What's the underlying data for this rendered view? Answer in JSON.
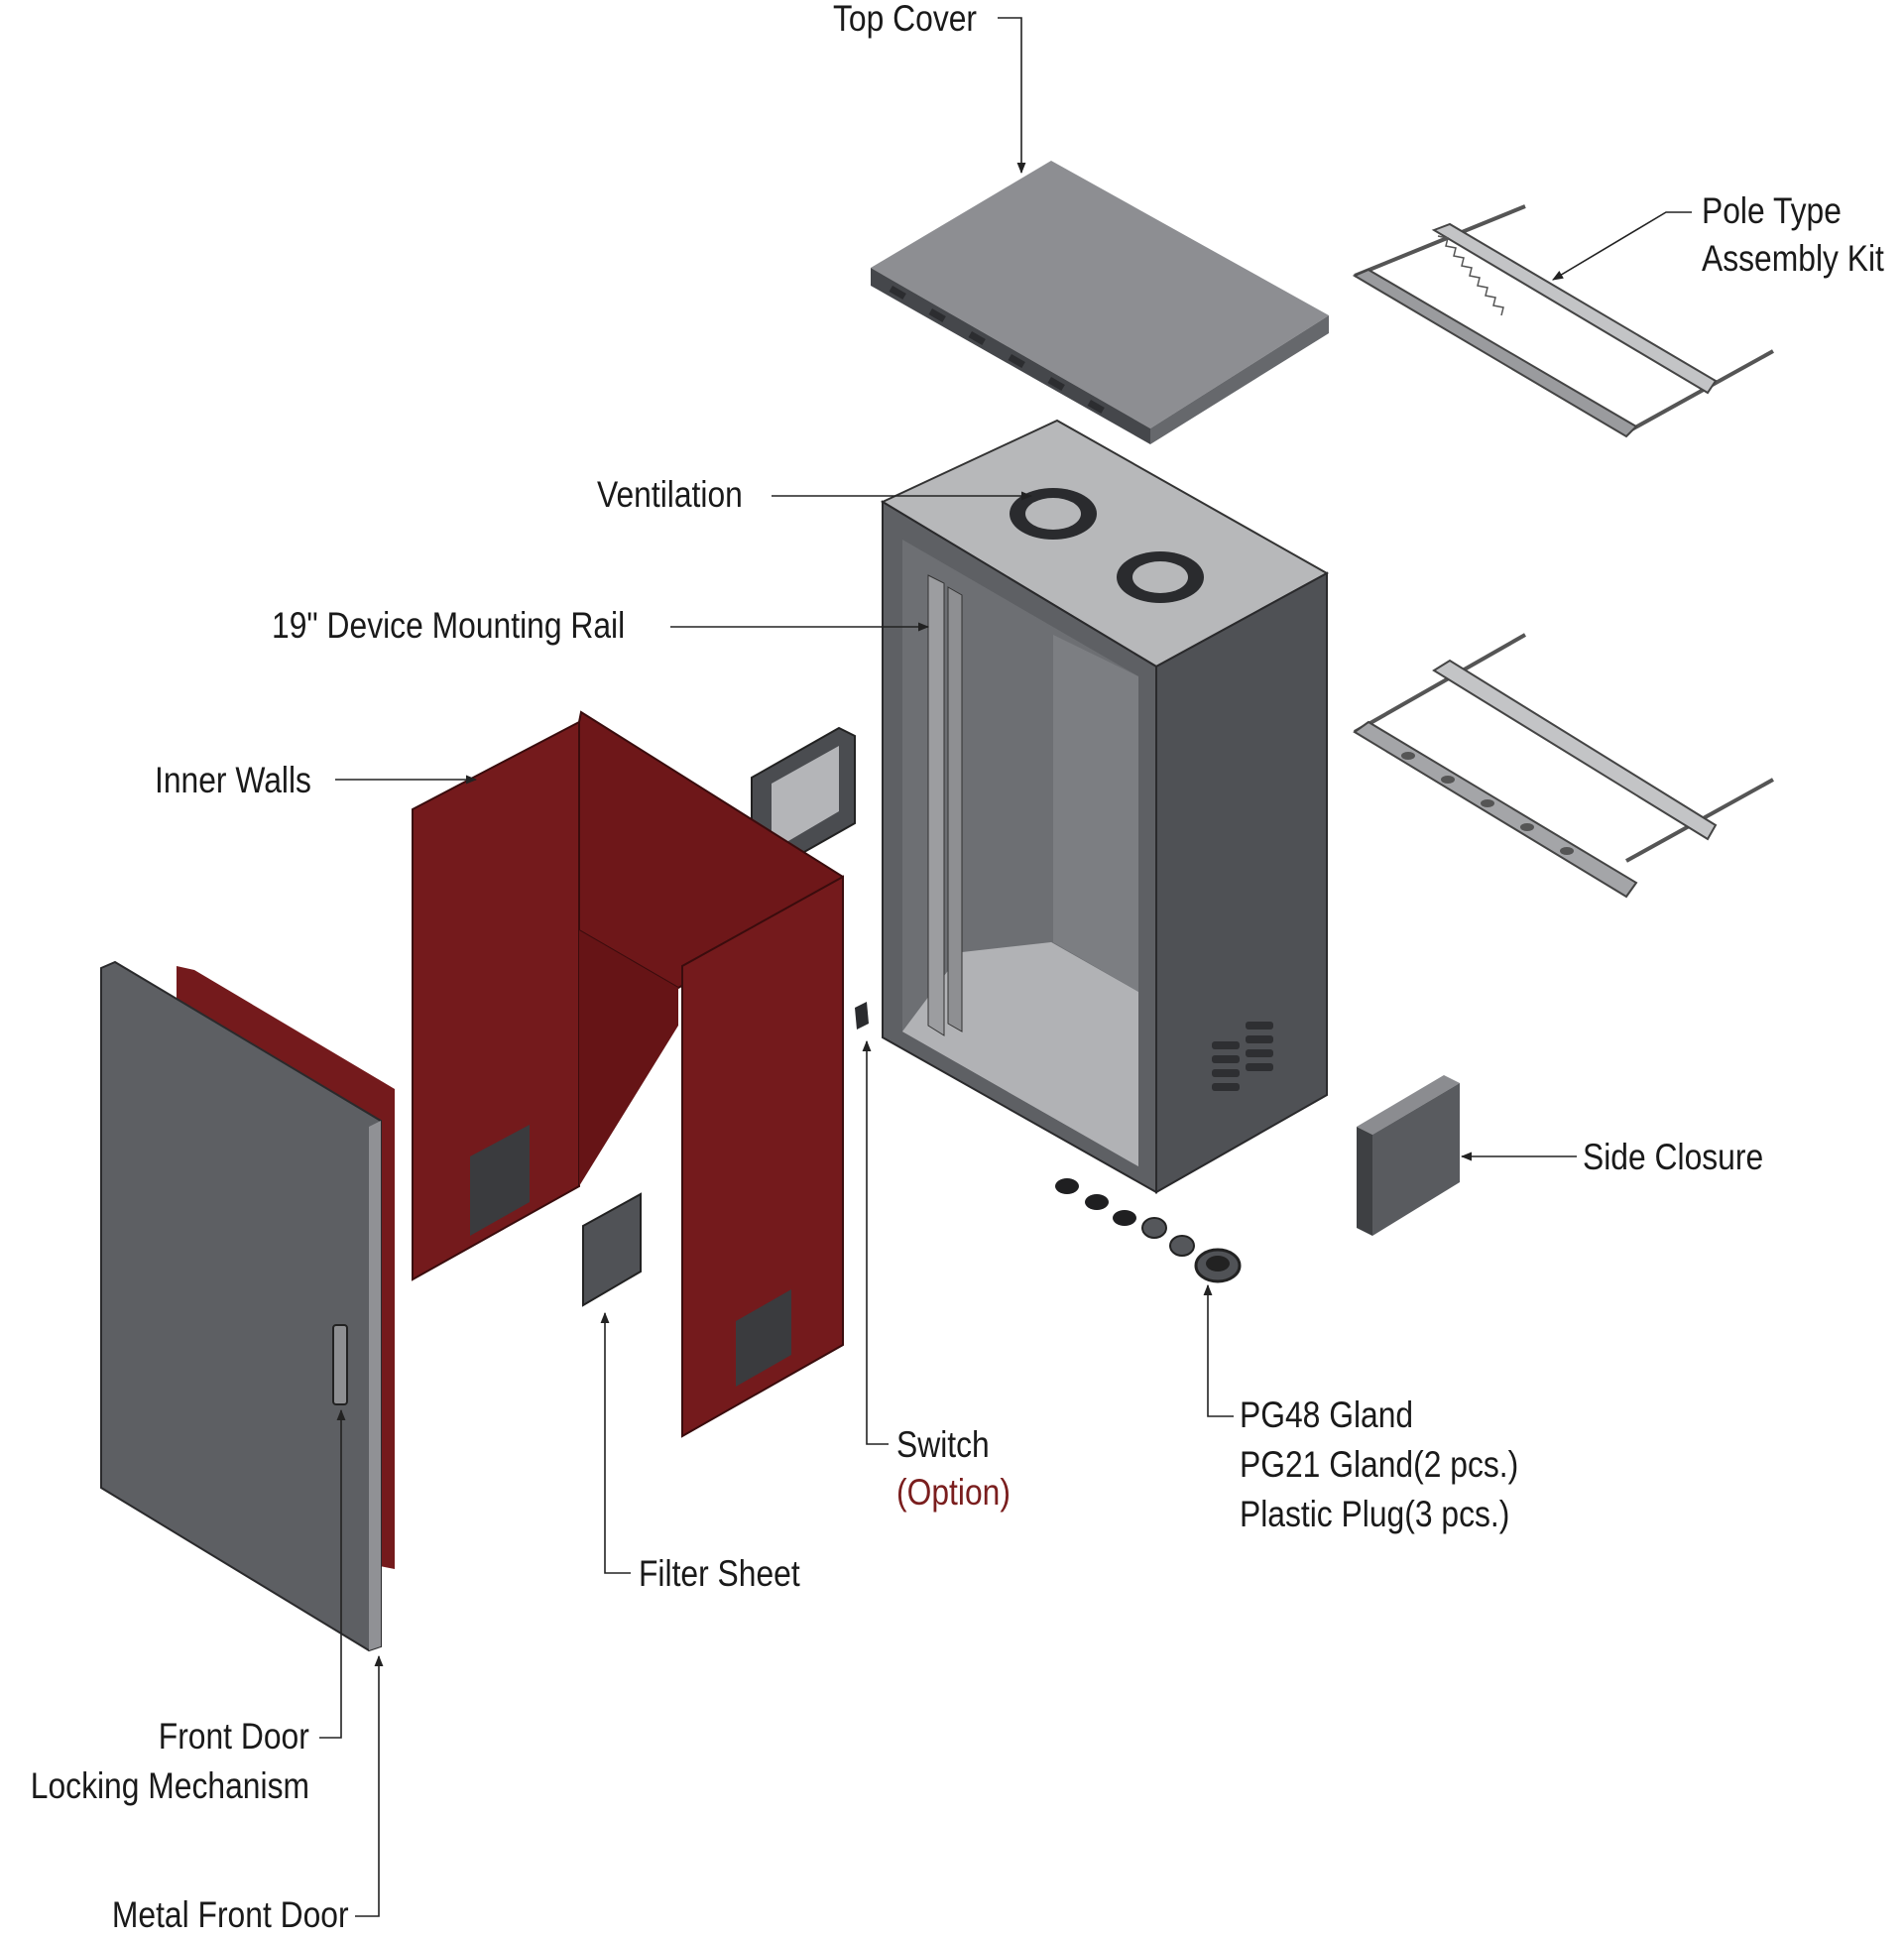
{
  "colors": {
    "steel_dark": "#56585d",
    "steel_mid": "#7a7c80",
    "steel_light": "#b2b3b6",
    "steel_floor": "#a9aaad",
    "inner_wall_red": "#741a1c",
    "inner_wall_red_light": "#8a2426",
    "option_text": "#7a1e1e",
    "leader_line": "#222222"
  },
  "labels": {
    "top_cover": "Top Cover",
    "pole_type_line1": "Pole Type",
    "pole_type_line2": "Assembly Kit",
    "ventilation": "Ventilation",
    "mounting_rail": "19\" Device Mounting Rail",
    "inner_walls": "Inner Walls",
    "side_closure": "Side Closure",
    "switch": "Switch",
    "switch_option": "(Option)",
    "glands_line1": "PG48 Gland",
    "glands_line2": "PG21 Gland(2 pcs.)",
    "glands_line3": "Plastic Plug(3 pcs.)",
    "filter_sheet": "Filter Sheet",
    "front_door_line1": "Front Door",
    "front_door_line2": "Locking Mechanism",
    "metal_front_door": "Metal Front Door"
  },
  "icons": {
    "top_cover": "top-cover-panel",
    "fans": "ventilation-fan-icon",
    "glands": "cable-gland-icon",
    "plugs": "plastic-plug-icon"
  }
}
